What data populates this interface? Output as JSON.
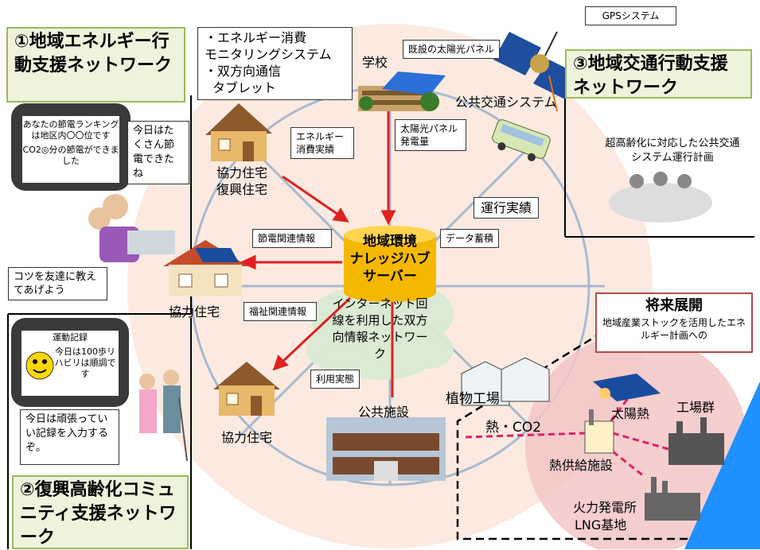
{
  "network1": {
    "title": "①地域エネルギー行動支援ネットワーク"
  },
  "network2": {
    "title": "②復興高齢化コミュニティ支援ネットワーク"
  },
  "network3": {
    "title": "③地域交通行動支援ネットワーク"
  },
  "phone1": {
    "screen": "あなたの節電ランキングは地区内〇〇位です",
    "screen2": "CO2◎分の節電ができました",
    "bubble": "今日はたくさん節電できたね",
    "note": "コツを友達に教えてあげよう"
  },
  "phone2": {
    "title": "運動記録",
    "screen": "今日は100歩リハビリは順調です",
    "note": "今日は頑張っていい記録を入力するぞ。"
  },
  "monitoring": {
    "line1": "・エネルギー消費",
    "line2": "モニタリングシステム",
    "line3": "・双方向通信",
    "line4": "タブレット"
  },
  "nodes": {
    "school": "学校",
    "solar": "既設の太陽光パネル",
    "transit": "公共交通システム",
    "gps": "GPSシステム",
    "house1a": "協力住宅",
    "house1b": "復興住宅",
    "house2": "協力住宅",
    "house3": "協力住宅",
    "public": "公共施設",
    "plant_factory": "植物工場",
    "heat_co2": "熱・CO2"
  },
  "arrows": {
    "energy": "エネルギー消費実績",
    "solar_gen": "太陽光パネル発電量",
    "operation": "運行実績",
    "saving": "節電関連情報",
    "data": "データ蓄積",
    "welfare": "福祉関連情報",
    "usage": "利用実態"
  },
  "hub": {
    "line1": "地域環境",
    "line2": "ナレッジハブ",
    "line3": "サーバー"
  },
  "internet": "インターネット回線を利用した双方向情報ネットワーク",
  "elderly_plan": "超高齢化に対応した公共交通システム運行計画",
  "future": {
    "title": "将来展開",
    "desc": "地域産業ストックを活用したエネルギー計画への"
  },
  "industry": {
    "solar_heat": "太陽熱",
    "factories": "工場群",
    "heat_supply": "熱供給施設",
    "power": "火力発電所",
    "lng": "LNG基地"
  },
  "colors": {
    "arrow_red": "#e02020",
    "green_border": "#9bbb59",
    "circle_fill": "#fbe3d6",
    "future_fill": "#f3c6c6",
    "blue_corner": "#1e90ff"
  }
}
